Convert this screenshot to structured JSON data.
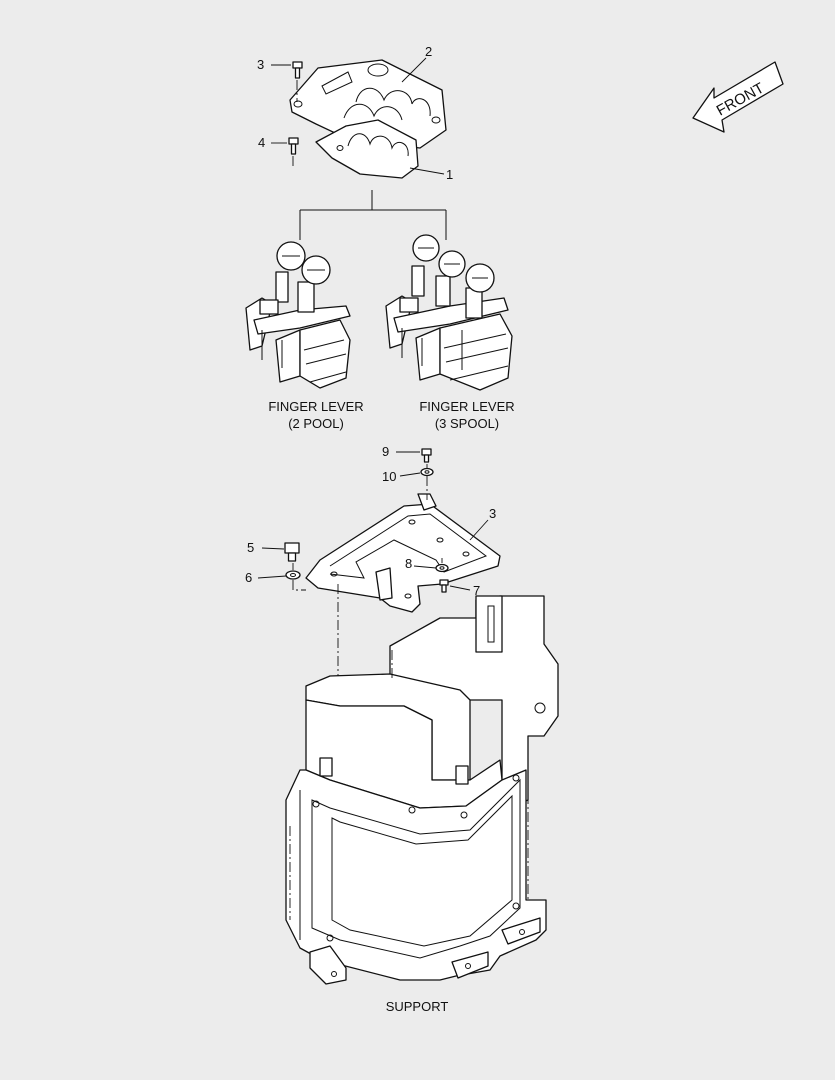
{
  "callouts": {
    "c1": "1",
    "c2": "2",
    "c3a": "3",
    "c4": "4",
    "c5": "5",
    "c6": "6",
    "c7": "7",
    "c8": "8",
    "c9": "9",
    "c10": "10",
    "c3b": "3"
  },
  "captions": {
    "finger_2_line1": "FINGER LEVER",
    "finger_2_line2": "(2 POOL)",
    "finger_3_line1": "FINGER LEVER",
    "finger_3_line2": "(3 SPOOL)",
    "support": "SUPPORT"
  },
  "front_arrow": {
    "label": "FRONT"
  },
  "colors": {
    "background": "#ececec",
    "ink": "#111111"
  }
}
